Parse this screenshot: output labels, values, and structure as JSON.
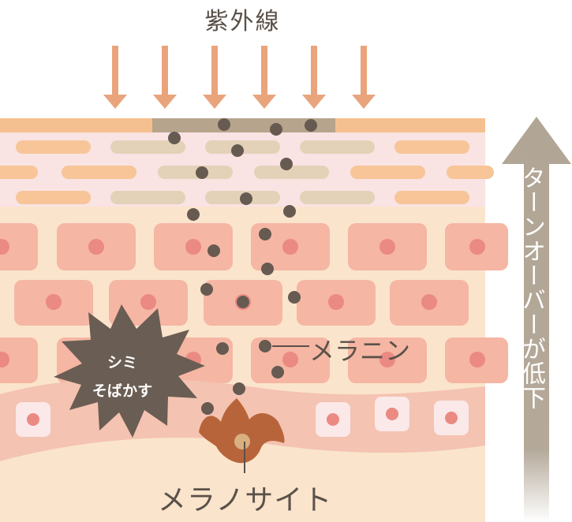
{
  "uv": {
    "label": "紫外線"
  },
  "melanin": {
    "label": "メラニン"
  },
  "melanocyte": {
    "label": "メラノサイト"
  },
  "stain": {
    "label_line1": "シミ",
    "label_line2": "そばかす"
  },
  "turnover": {
    "label": "ターンオーバーが低下"
  },
  "colors": {
    "uv_arrow": "#e9a47c",
    "stratum_corneum": "#f5c08f",
    "granular_bg": "#f9e3e3",
    "cell_bar_orange": "#f7c597",
    "cell_bar_tan": "#e3d2b8",
    "spinous_bg": "#fbe4cc",
    "cell_pink": "#f5b6a3",
    "nucleus": "#ea8a83",
    "basal_band": "#f4c3b1",
    "dermis": "#fae4cc",
    "melanin_dot": "#665a51",
    "stain": "#6a5d53",
    "melanocyte": "#b8643a",
    "turnover_arrow": "#b3a899",
    "text": "#5a5149"
  }
}
